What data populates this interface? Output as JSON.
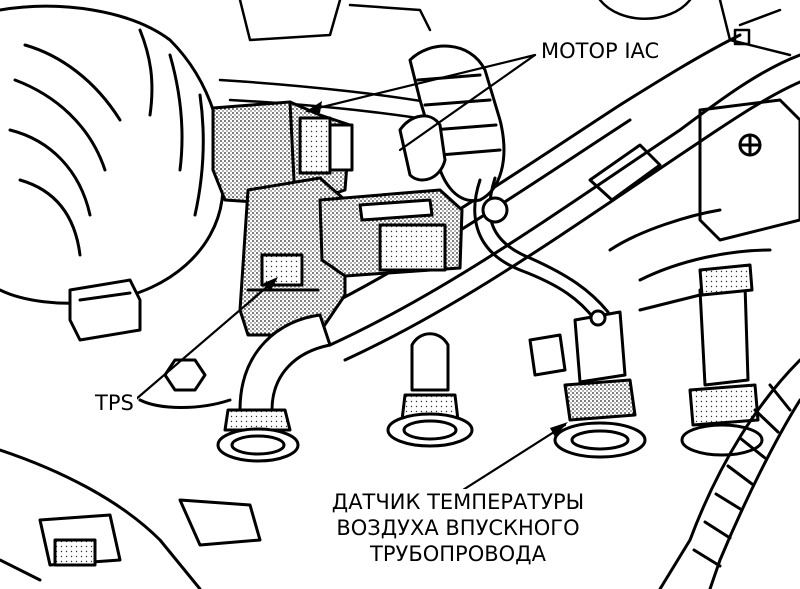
{
  "labels": {
    "iac": "МОТОР IAC",
    "tps": "TPS",
    "iat_line1": "ДАТЧИК ТЕМПЕРАТУРЫ",
    "iat_line2": "ВОЗДУХА ВПУСКНОГО",
    "iat_line3": "ТРУБОПРОВОДА"
  },
  "colors": {
    "ink": "#000000",
    "paper": "#ffffff",
    "stipple": "#6a6a6a"
  }
}
